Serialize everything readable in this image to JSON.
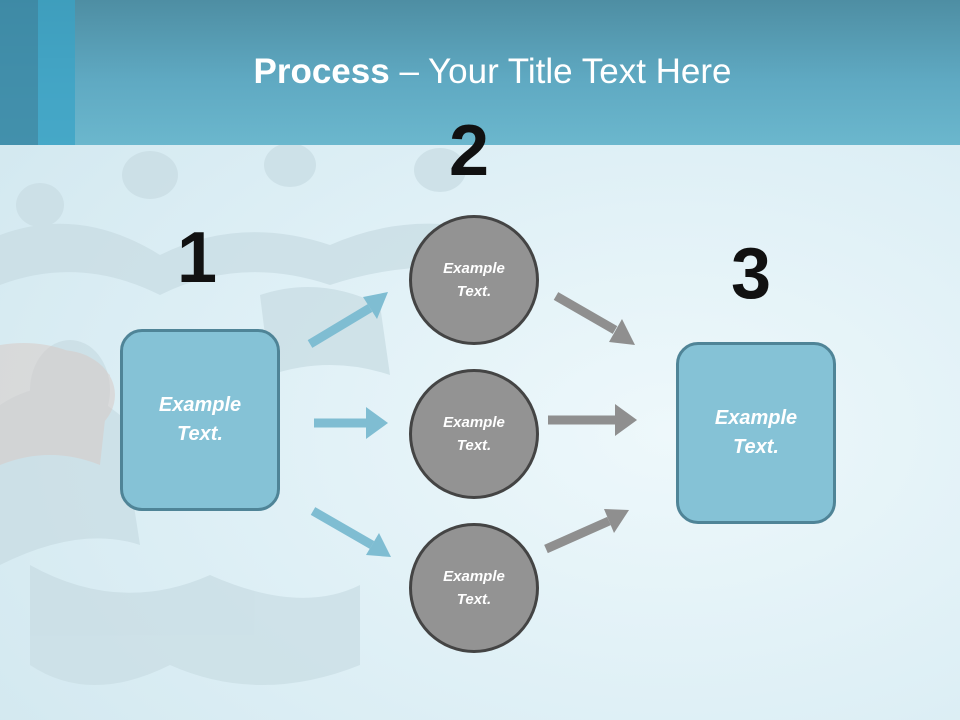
{
  "title": {
    "bold": "Process",
    "rest": " – Your Title Text Here"
  },
  "steps": {
    "one": "1",
    "two": "2",
    "three": "3"
  },
  "left_box": {
    "line1": "Example",
    "line2": "Text."
  },
  "right_box": {
    "line1": "Example",
    "line2": "Text."
  },
  "circles": [
    {
      "line1": "Example",
      "line2": "Text."
    },
    {
      "line1": "Example",
      "line2": "Text."
    },
    {
      "line1": "Example",
      "line2": "Text."
    }
  ],
  "colors": {
    "header": "#5fa9c2",
    "box_fill": "#85c2d6",
    "circle_fill": "#939393",
    "blue_arrow": "#7fbdd2",
    "gray_arrow": "#8f8f8f"
  }
}
